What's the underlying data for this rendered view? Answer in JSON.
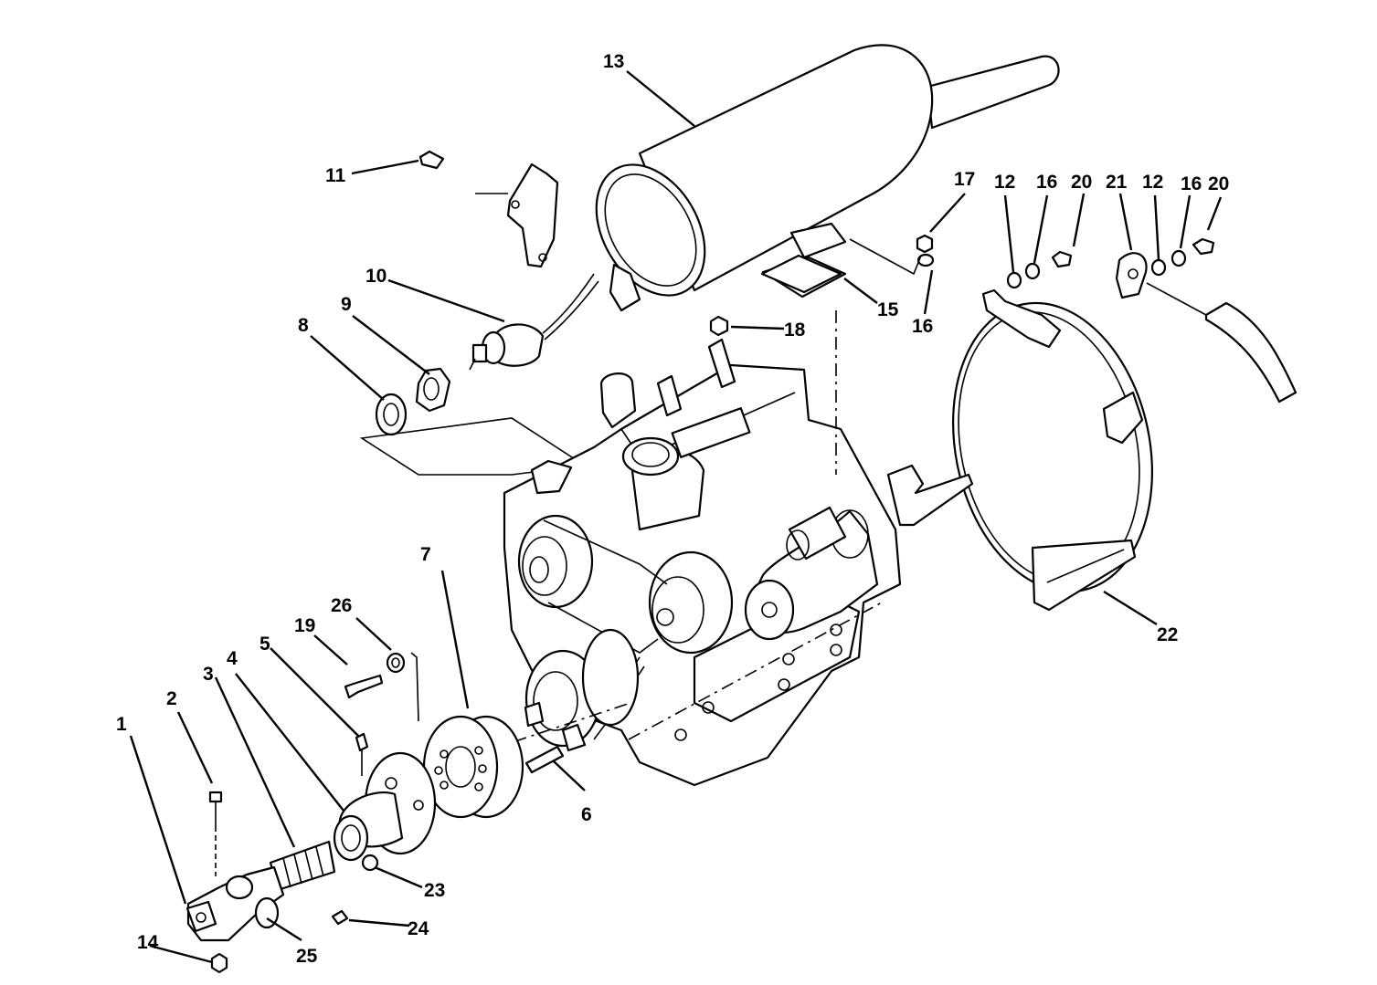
{
  "callouts": {
    "c1": "1",
    "c2": "2",
    "c3": "3",
    "c4": "4",
    "c5": "5",
    "c6": "6",
    "c7": "7",
    "c8": "8",
    "c9": "9",
    "c10": "10",
    "c11": "11",
    "c12a": "12",
    "c12b": "12",
    "c13": "13",
    "c14": "14",
    "c15": "15",
    "c16a": "16",
    "c16b": "16",
    "c16c": "16",
    "c17": "17",
    "c18": "18",
    "c19": "19",
    "c20a": "20",
    "c20b": "20",
    "c21": "21",
    "c22": "22",
    "c23": "23",
    "c24": "24",
    "c25": "25",
    "c26": "26"
  }
}
